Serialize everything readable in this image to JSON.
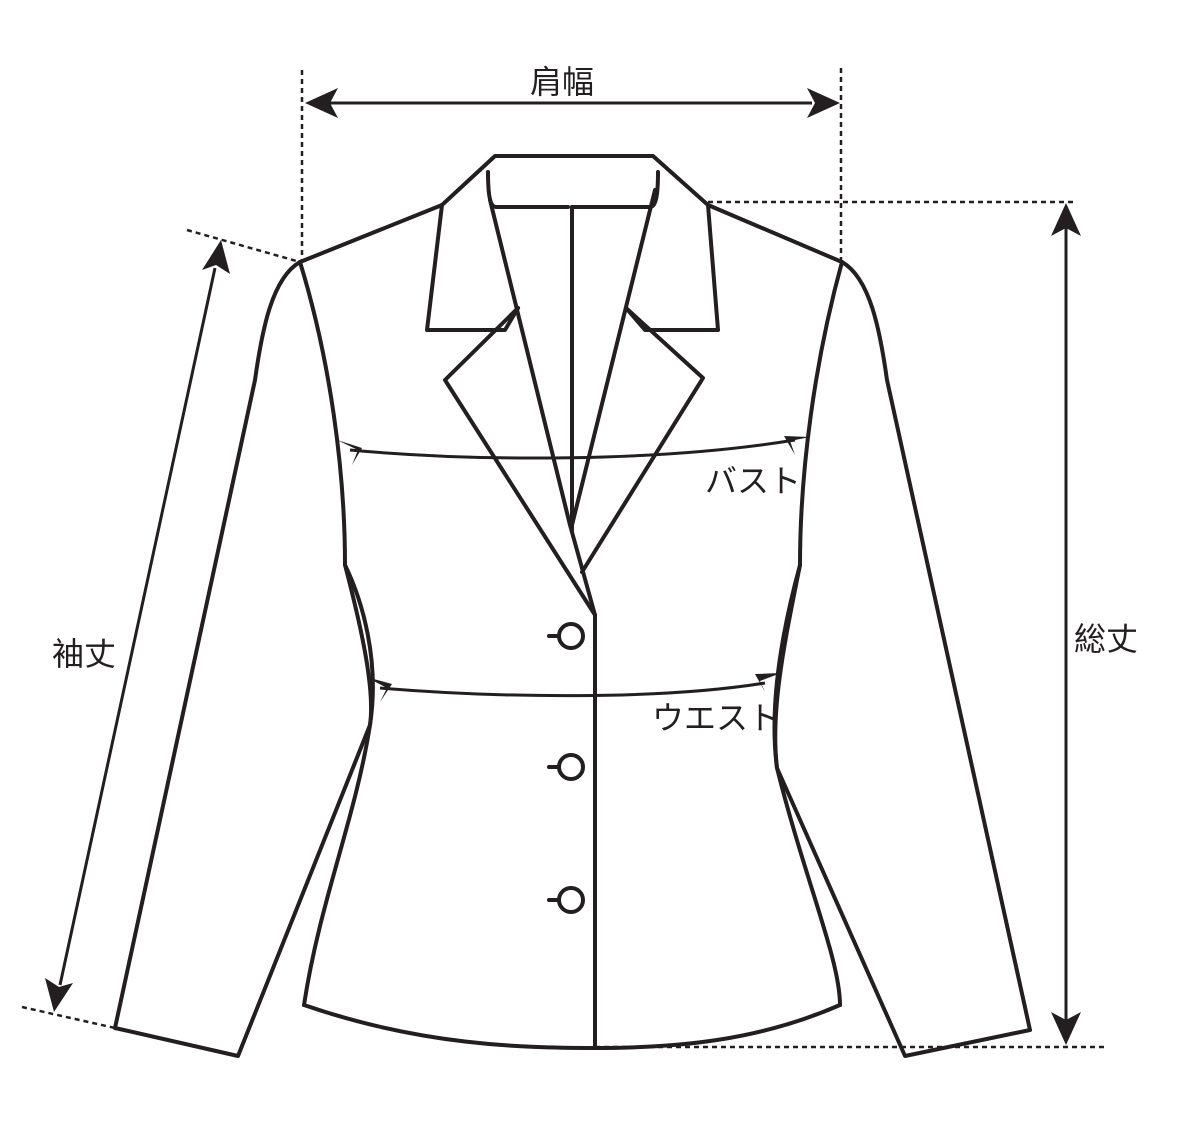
{
  "labels": {
    "shoulder_width": "肩幅",
    "bust": "バスト",
    "waist": "ウエスト",
    "sleeve_length": "袖丈",
    "total_length": "総丈"
  }
}
